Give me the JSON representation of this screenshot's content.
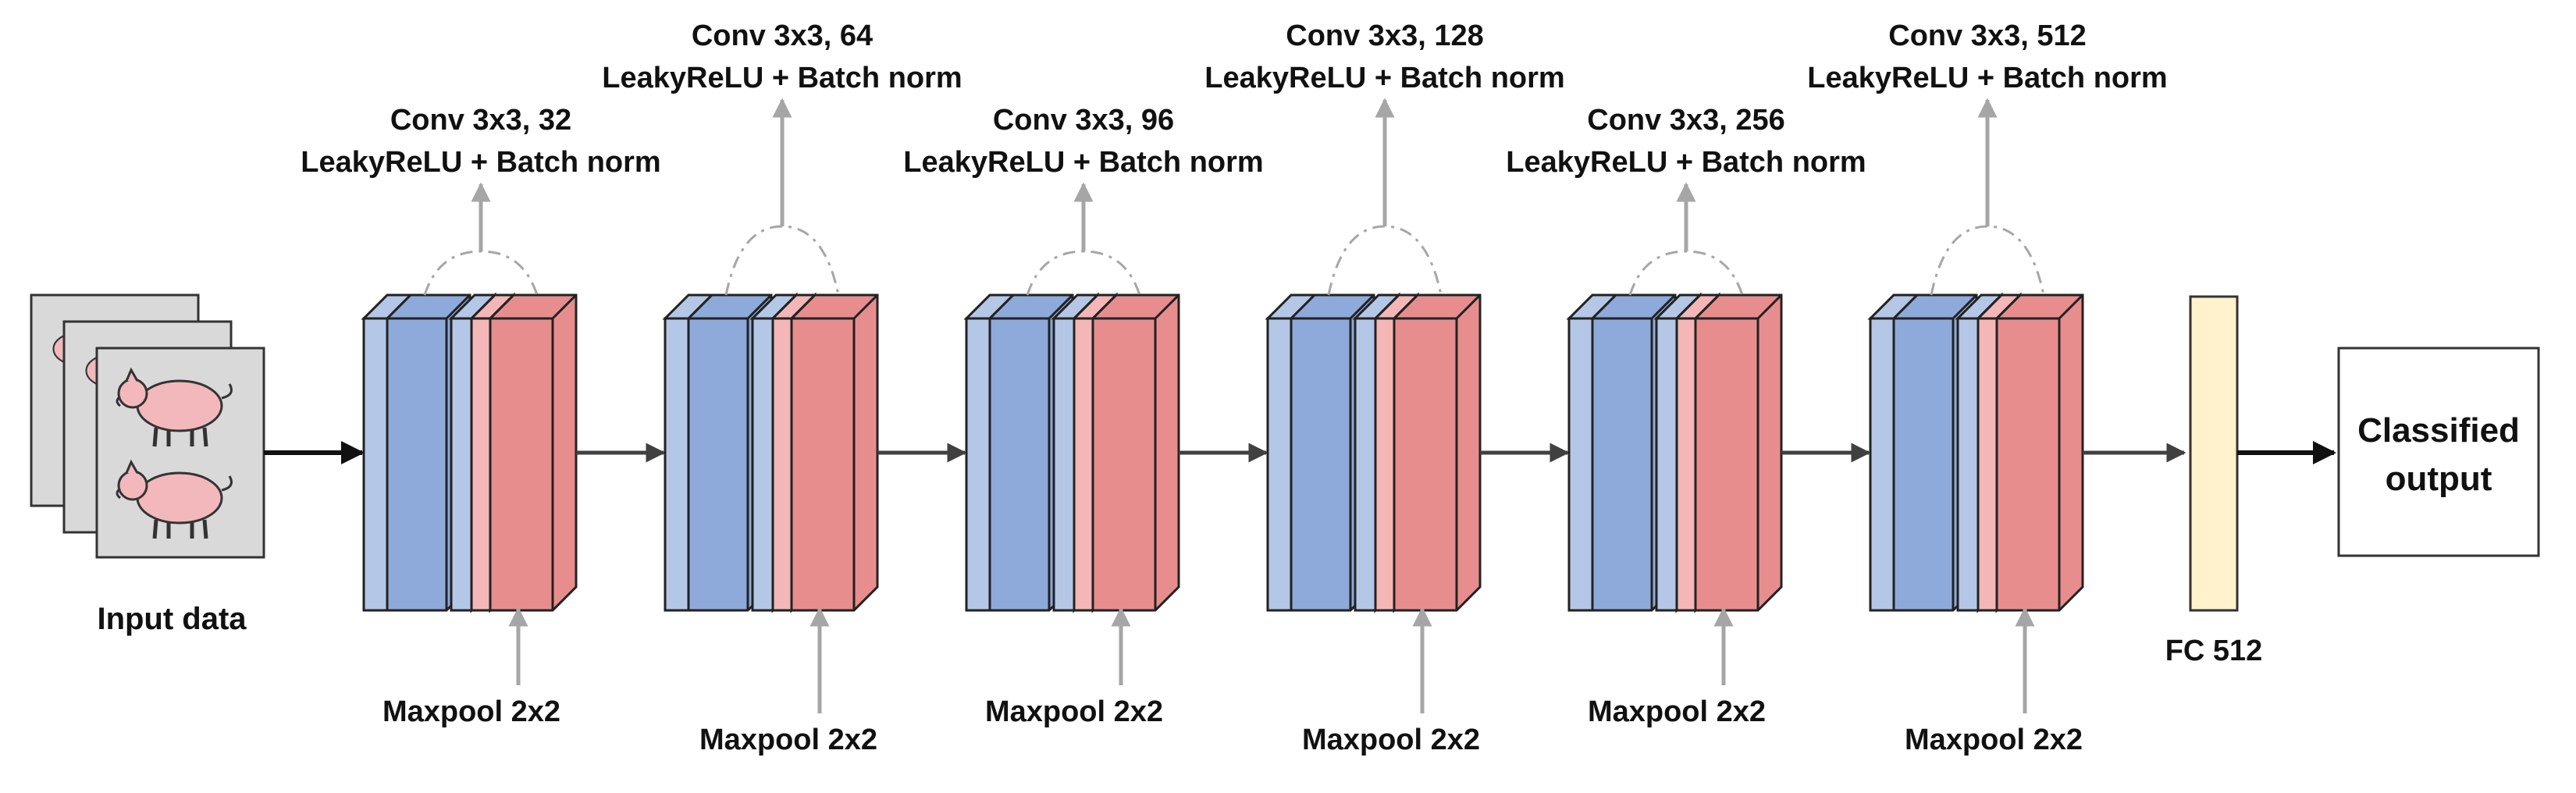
{
  "input": {
    "label": "Input data"
  },
  "blocks": [
    {
      "conv_label": "Conv 3x3, 32",
      "act_label": "LeakyReLU + Batch norm",
      "pool_label": "Maxpool 2x2"
    },
    {
      "conv_label": "Conv 3x3, 64",
      "act_label": "LeakyReLU + Batch norm",
      "pool_label": "Maxpool 2x2"
    },
    {
      "conv_label": "Conv 3x3, 96",
      "act_label": "LeakyReLU + Batch norm",
      "pool_label": "Maxpool 2x2"
    },
    {
      "conv_label": "Conv 3x3, 128",
      "act_label": "LeakyReLU + Batch norm",
      "pool_label": "Maxpool 2x2"
    },
    {
      "conv_label": "Conv 3x3, 256",
      "act_label": "LeakyReLU + Batch norm",
      "pool_label": "Maxpool 2x2"
    },
    {
      "conv_label": "Conv 3x3, 512",
      "act_label": "LeakyReLU + Batch norm",
      "pool_label": "Maxpool 2x2"
    }
  ],
  "fc": {
    "label": "FC 512"
  },
  "output": {
    "line1": "Classified",
    "line2": "output"
  },
  "colors": {
    "blue_face": "#8eaadb",
    "blue_side": "#b4c7e7",
    "pink_face": "#e88d8d",
    "pink_light": "#f4b6b6",
    "fc_fill": "#fff2cc",
    "grey_arrow": "#a6a6a6",
    "image_bg": "#d9d9d9",
    "pig": "#f2b8bb"
  }
}
